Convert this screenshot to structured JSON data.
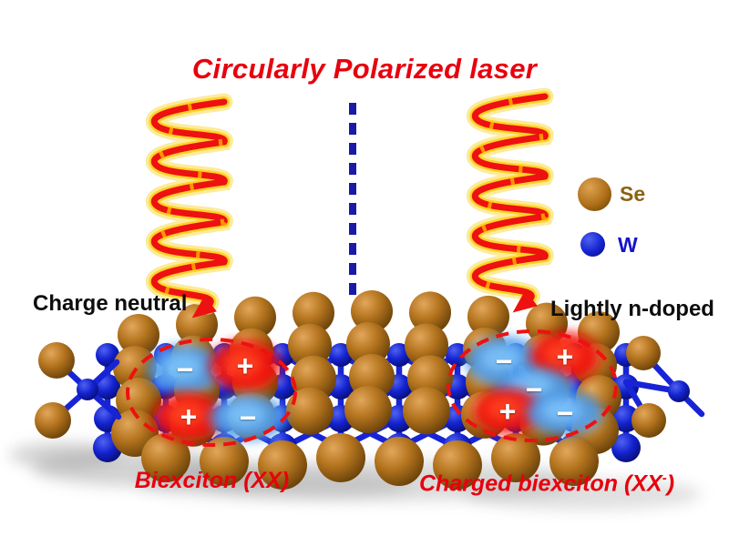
{
  "title": "Circularly Polarized laser",
  "legend": {
    "se": {
      "label": "Se",
      "color": "#a96a15"
    },
    "w": {
      "label": "W",
      "color": "#1620c8"
    }
  },
  "left_region": {
    "header": "Charge neutral",
    "caption": "Biexciton (XX)",
    "charges": [
      "−",
      "+",
      "+",
      "−"
    ]
  },
  "right_region": {
    "header": "Lightly n-doped",
    "caption_base": "Charged biexciton (XX",
    "caption_sup": "-",
    "caption_end": ")",
    "charges": [
      "−",
      "+",
      "−",
      "+",
      "−"
    ]
  },
  "laser": {
    "beam_color": "#ee1111",
    "glow_color": "#ffd21f",
    "halo_color": "#fbe88a",
    "tick_color": "#ff9d00",
    "divider_color": "#1b19a8"
  },
  "exciton": {
    "outline_color": "#ee1111",
    "electron_color": "#4d9ae8",
    "electron_core_color": "#7fc4fb",
    "hole_color": "#f20d0d",
    "hole_core_color": "#ff4422"
  }
}
